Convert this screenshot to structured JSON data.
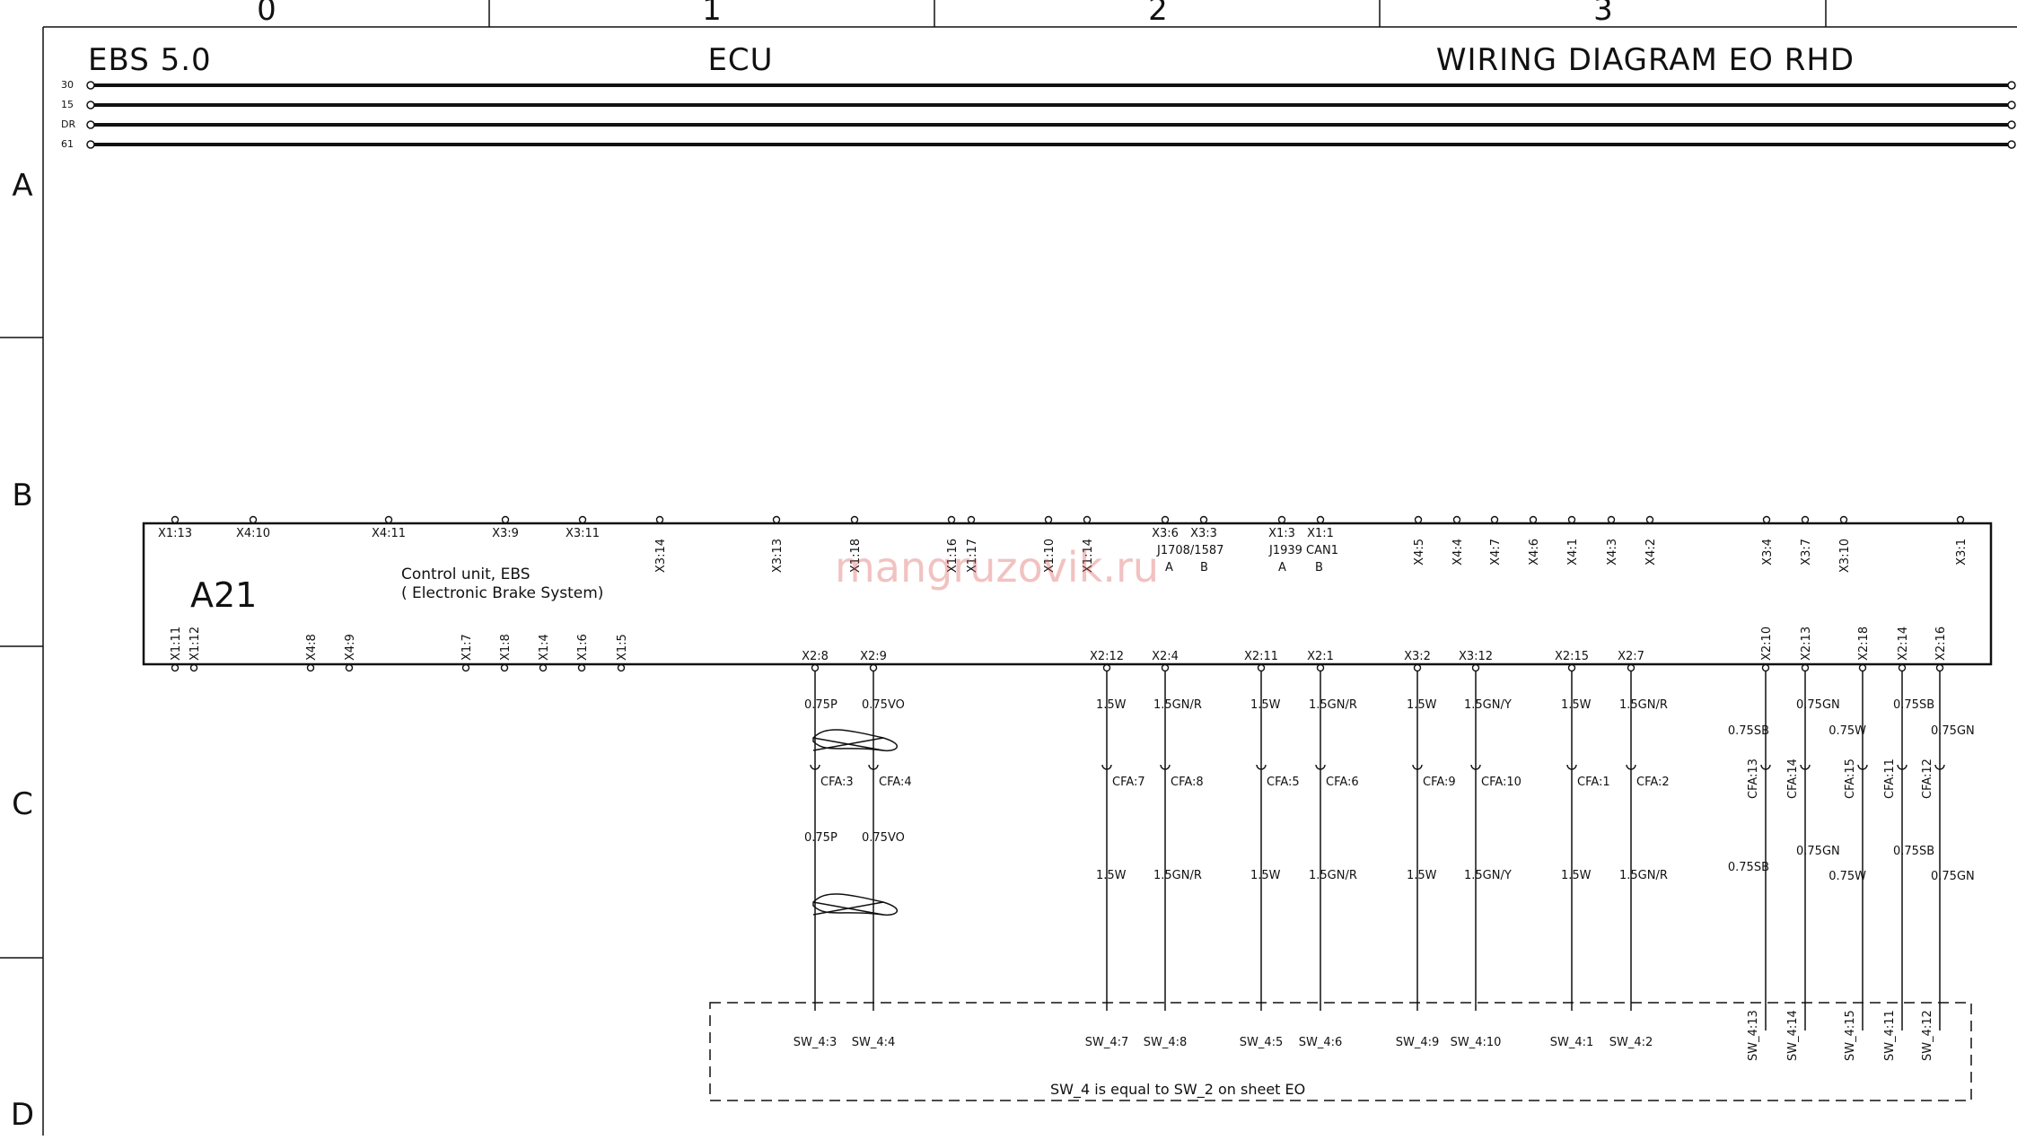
{
  "columns": [
    "0",
    "1",
    "2",
    "3"
  ],
  "rows": [
    "A",
    "B",
    "C",
    "D"
  ],
  "header": {
    "left": "EBS 5.0",
    "center": "ECU",
    "right": "WIRING DIAGRAM EO RHD"
  },
  "bus_lines": [
    "30",
    "15",
    "DR",
    "61"
  ],
  "ecu": {
    "id": "A21",
    "desc1": "Control unit, EBS",
    "desc2": "( Electronic Brake System)",
    "proto1": "J1708/1587",
    "proto2": "J1939 CAN1",
    "sub_a1": "A",
    "sub_b1": "B",
    "sub_a2": "A",
    "sub_b2": "B"
  },
  "top_pins": [
    "X1:13",
    "X4:10",
    "X4:11",
    "X3:9",
    "X3:11",
    "X3:14",
    "X3:13",
    "X1:18",
    "X1:16",
    "X1:17",
    "X1:10",
    "X1:14",
    "X3:6",
    "X3:3",
    "X1:3",
    "X1:1",
    "X4:5",
    "X4:4",
    "X4:7",
    "X4:6",
    "X4:1",
    "X4:3",
    "X4:2",
    "X3:4",
    "X3:7",
    "X3:10",
    "X3:1"
  ],
  "bottom_pins_unused": [
    "X1:11",
    "X1:12",
    "X4:8",
    "X4:9",
    "X1:7",
    "X1:8",
    "X1:4",
    "X1:6",
    "X1:5"
  ],
  "circuits": [
    {
      "pin": "X2:8",
      "w1": "0.75P",
      "cfa": "CFA:3",
      "w2": "0.75P",
      "sw": "SW_4:3"
    },
    {
      "pin": "X2:9",
      "w1": "0.75VO",
      "cfa": "CFA:4",
      "w2": "0.75VO",
      "sw": "SW_4:4"
    },
    {
      "pin": "X2:12",
      "w1": "1.5W",
      "cfa": "CFA:7",
      "w2": "1.5W",
      "sw": "SW_4:7"
    },
    {
      "pin": "X2:4",
      "w1": "1.5GN/R",
      "cfa": "CFA:8",
      "w2": "1.5GN/R",
      "sw": "SW_4:8"
    },
    {
      "pin": "X2:11",
      "w1": "1.5W",
      "cfa": "CFA:5",
      "w2": "1.5W",
      "sw": "SW_4:5"
    },
    {
      "pin": "X2:1",
      "w1": "1.5GN/R",
      "cfa": "CFA:6",
      "w2": "1.5GN/R",
      "sw": "SW_4:6"
    },
    {
      "pin": "X3:2",
      "w1": "1.5W",
      "cfa": "CFA:9",
      "w2": "1.5W",
      "sw": "SW_4:9"
    },
    {
      "pin": "X3:12",
      "w1": "1.5GN/Y",
      "cfa": "CFA:10",
      "w2": "1.5GN/Y",
      "sw": "SW_4:10"
    },
    {
      "pin": "X2:15",
      "w1": "1.5W",
      "cfa": "CFA:1",
      "w2": "1.5W",
      "sw": "SW_4:1"
    },
    {
      "pin": "X2:7",
      "w1": "1.5GN/R",
      "cfa": "CFA:2",
      "w2": "1.5GN/R",
      "sw": "SW_4:2"
    },
    {
      "pin": "X2:10",
      "w1": "0.75SB",
      "cfa": "CFA:13",
      "w2": "0.75SB",
      "sw": "SW_4:13"
    },
    {
      "pin": "X2:13",
      "w1": "0.75GN",
      "cfa": "CFA:14",
      "w2": "0.75GN",
      "sw": "SW_4:14"
    },
    {
      "pin": "X2:18",
      "w1": "0.75W",
      "cfa": "CFA:15",
      "w2": "0.75W",
      "sw": "SW_4:15"
    },
    {
      "pin": "X2:14",
      "w1": "0.75SB",
      "cfa": "CFA:11",
      "w2": "0.75SB",
      "sw": "SW_4:11"
    },
    {
      "pin": "X2:16",
      "w1": "0.75GN",
      "cfa": "CFA:12",
      "w2": "0.75GN",
      "sw": "SW_4:12"
    }
  ],
  "sw_note": "SW_4 is equal to SW_2 on sheet EO",
  "watermark": "mangruzovik.ru"
}
